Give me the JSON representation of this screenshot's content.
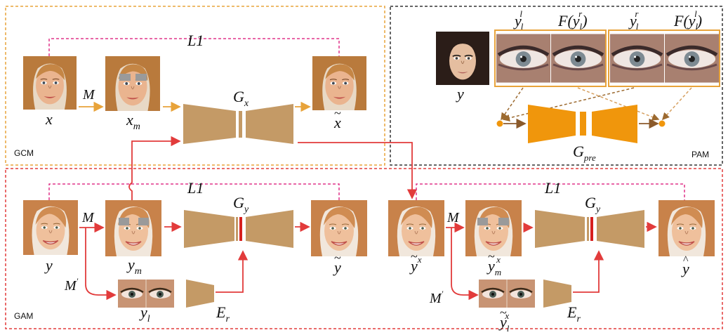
{
  "colors": {
    "gcm_border": "#e8a33a",
    "pam_border": "#333333",
    "gam_border": "#e23b3b",
    "l1_line": "#e0358a",
    "arrow_orange": "#e8a33a",
    "arrow_red": "#e23b3b",
    "arrow_brown": "#8b5a2b",
    "gen_tan": "#c49a66",
    "gen_orange": "#f0960c",
    "red_bar": "#d61f1f",
    "eye_patch": "#9a9a9a"
  },
  "modules": {
    "gcm": "GCM",
    "pam": "PAM",
    "gam": "GAM"
  },
  "gcm": {
    "x": "x",
    "xm": "x",
    "xm_sub": "m",
    "xt": "x",
    "mask": "M",
    "loss": "L1",
    "gen": "G",
    "gen_sub": "x"
  },
  "pam": {
    "y": "y",
    "yll": "y",
    "yll_sub": "l",
    "yll_sup": "l",
    "fylr": "F(y",
    "fylr_sub": "l",
    "fylr_sup": "r",
    "fylr_close": ")",
    "ylr": "y",
    "ylr_sub": "l",
    "ylr_sup": "r",
    "fyll": "F(y",
    "fyll_sub": "l",
    "fyll_sup": "l",
    "fyll_close": ")",
    "gen": "G",
    "gen_sub": "pre"
  },
  "gam_left": {
    "y": "y",
    "ym": "y",
    "ym_sub": "m",
    "yt": "y",
    "yl": "y",
    "yl_sub": "l",
    "mask": "M",
    "mask_prime": "M",
    "prime": "'",
    "loss": "L1",
    "gen": "G",
    "gen_sub": "y",
    "enc": "E",
    "enc_sub": "r"
  },
  "gam_right": {
    "yx": "y",
    "yx_sup": "x",
    "yxm": "y",
    "yxm_sub": "m",
    "yxm_sup": "x",
    "yhat": "y",
    "ylx": "y",
    "ylx_sub": "l",
    "ylx_sup": "x",
    "mask": "M",
    "mask_prime": "M",
    "prime": "'",
    "loss": "L1",
    "gen": "G",
    "gen_sub": "y",
    "enc": "E",
    "enc_sub": "r"
  }
}
